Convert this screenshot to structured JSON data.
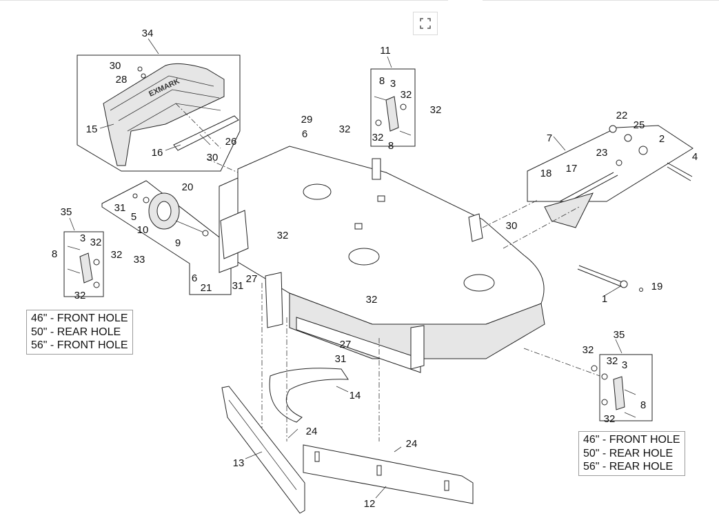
{
  "toolbar": {
    "expand_icon": "expand-icon"
  },
  "callouts": {
    "c34": "34",
    "c30a": "30",
    "c28": "28",
    "c15": "15",
    "c16": "16",
    "c26": "26",
    "c30b": "30",
    "c11": "11",
    "c8a": "8",
    "c3a": "3",
    "c32a": "32",
    "c32b": "32",
    "c32c": "32",
    "c8b": "8",
    "c29": "29",
    "c6a": "6",
    "c32d": "32",
    "c22": "22",
    "c25": "25",
    "c7": "7",
    "c2": "2",
    "c23": "23",
    "c4": "4",
    "c18": "18",
    "c17": "17",
    "c20": "20",
    "c31a": "31",
    "c5": "5",
    "c10": "10",
    "c9": "9",
    "c33": "33",
    "c6b": "6",
    "c21": "21",
    "c31b": "31",
    "c27a": "27",
    "c35a": "35",
    "c3b": "3",
    "c32e": "32",
    "c8c": "8",
    "c32f": "32",
    "c32g": "32",
    "c32h": "32",
    "c32i": "32",
    "c30c": "30",
    "c19": "19",
    "c1": "1",
    "c27b": "27",
    "c31c": "31",
    "c14": "14",
    "c35b": "35",
    "c32j": "32",
    "c32k": "32",
    "c3c": "3",
    "c8d": "8",
    "c32l": "32",
    "c24a": "24",
    "c13": "13",
    "c24b": "24",
    "c12": "12"
  },
  "notes": {
    "left": [
      "46\" - FRONT HOLE",
      "50\" - REAR HOLE",
      "56\" - FRONT HOLE"
    ],
    "right": [
      "46\" - FRONT HOLE",
      "50\" - REAR HOLE",
      "56\" - REAR HOLE"
    ]
  },
  "decal_text": "EXMARK"
}
